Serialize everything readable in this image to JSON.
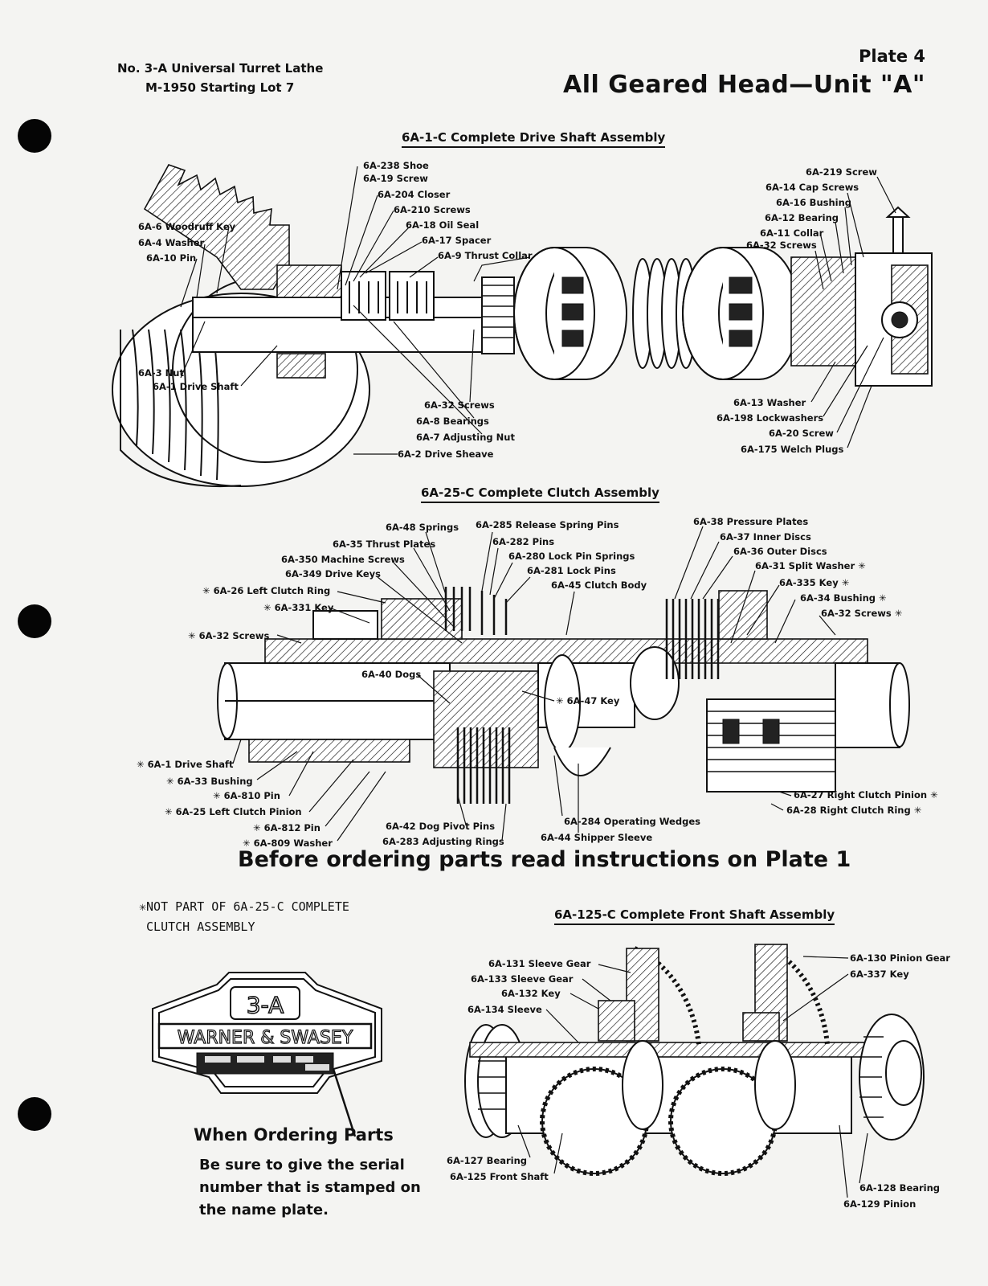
{
  "header": {
    "left_line1": "No. 3-A Universal Turret Lathe",
    "left_line2": "M-1950 Starting Lot 7",
    "plate_number": "Plate 4",
    "plate_title": "All Geared Head—Unit \"A\""
  },
  "drive_shaft": {
    "title": "6A-1-C  Complete Drive Shaft Assembly",
    "labels": {
      "shoe": "6A-238 Shoe",
      "screw19": "6A-19 Screw",
      "closer": "6A-204 Closer",
      "screws210": "6A-210 Screws",
      "oil_seal": "6A-18 Oil Seal",
      "spacer": "6A-17 Spacer",
      "thrust_collar": "6A-9 Thrust Collar",
      "woodruff_key": "6A-6 Woodruff Key",
      "washer4": "6A-4 Washer",
      "pin10": "6A-10 Pin",
      "nut3": "6A-3 Nut",
      "drive_shaft1": "6A-1 Drive Shaft",
      "screws32": "6A-32 Screws",
      "bearings8": "6A-8 Bearings",
      "adjusting_nut": "6A-7 Adjusting Nut",
      "drive_sheave": "6A-2 Drive Sheave",
      "screw219": "6A-219 Screw",
      "cap_screws": "6A-14 Cap Screws",
      "bushing16": "6A-16 Bushing",
      "bearing12": "6A-12 Bearing",
      "collar11": "6A-11 Collar",
      "screws32b": "6A-32 Screws",
      "washer13": "6A-13 Washer",
      "lockwashers": "6A-198 Lockwashers",
      "screw20": "6A-20 Screw",
      "welch_plugs": "6A-175 Welch Plugs"
    }
  },
  "clutch": {
    "title": "6A-25-C Complete Clutch Assembly",
    "labels": {
      "springs48": "6A-48 Springs",
      "release_pins": "6A-285 Release Spring Pins",
      "thrust_plates": "6A-35 Thrust Plates",
      "pins282": "6A-282 Pins",
      "machine_screws": "6A-350 Machine Screws",
      "lock_pin_springs": "6A-280 Lock Pin Springs",
      "drive_keys": "6A-349 Drive Keys",
      "lock_pins": "6A-281 Lock Pins",
      "left_clutch_ring": "✳ 6A-26 Left Clutch Ring",
      "clutch_body": "6A-45 Clutch Body",
      "key331": "✳ 6A-331 Key",
      "screws32": "✳  6A-32 Screws",
      "pressure_plates": "6A-38 Pressure Plates",
      "inner_discs": "6A-37 Inner Discs",
      "outer_discs": "6A-36 Outer Discs",
      "split_washer": "6A-31 Split Washer  ✳",
      "key335": "6A-335 Key  ✳",
      "bushing34": "6A-34 Bushing  ✳",
      "screws32b": "6A-32 Screws  ✳",
      "dogs": "6A-40 Dogs",
      "key47": "✳ 6A-47 Key",
      "drive_shaft": "✳ 6A-1 Drive Shaft",
      "bushing33": "✳  6A-33 Bushing",
      "pin810": "✳  6A-810 Pin",
      "left_pinion": "✳  6A-25 Left Clutch Pinion",
      "pin812": "✳  6A-812 Pin",
      "washer809": "✳  6A-809 Washer",
      "dog_pivot": "6A-42 Dog Pivot Pins",
      "adj_rings": "6A-283 Adjusting Rings",
      "wedges": "6A-284 Operating Wedges",
      "shipper": "6A-44 Shipper Sleeve",
      "right_pinion": "6A-27 Right Clutch Pinion  ✳",
      "right_ring": "6A-28 Right Clutch Ring  ✳"
    }
  },
  "warning": "Before ordering parts read instructions on Plate 1",
  "note": "✳NOT PART OF 6A-25-C COMPLETE\n CLUTCH ASSEMBLY",
  "nameplate": {
    "model": "3-A",
    "maker": "WARNER & SWASEY"
  },
  "front_shaft": {
    "title": "6A-125-C  Complete Front Shaft Assembly",
    "labels": {
      "sleeve_gear131": "6A-131 Sleeve Gear",
      "sleeve_gear133": "6A-133 Sleeve Gear",
      "key132": "6A-132 Key",
      "sleeve134": "6A-134 Sleeve",
      "pinion_gear130": "6A-130 Pinion Gear",
      "key337": "6A-337 Key",
      "bearing127": "6A-127 Bearing",
      "front_shaft125": "6A-125 Front Shaft",
      "bearing128": "6A-128 Bearing",
      "pinion129": "6A-129 Pinion"
    }
  },
  "ordering": {
    "heading": "When Ordering Parts",
    "body": "Be sure to give the serial number that is stamped on the name plate."
  }
}
